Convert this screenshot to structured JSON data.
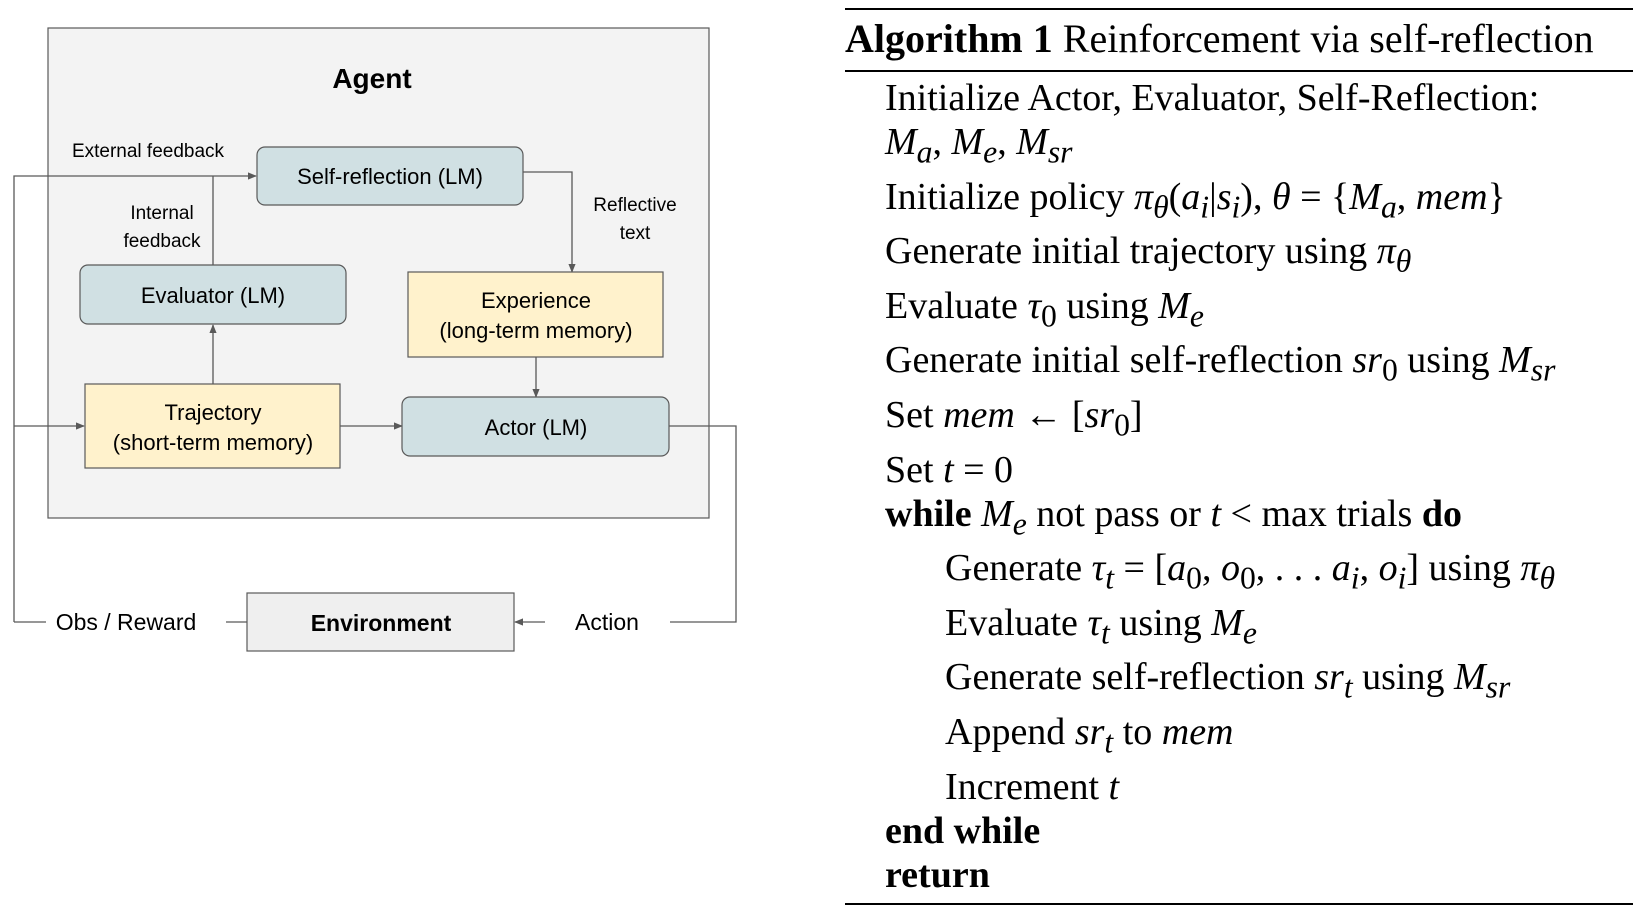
{
  "diagram": {
    "agent_title": "Agent",
    "boxes": {
      "self_reflection": "Self-reflection (LM)",
      "evaluator": "Evaluator (LM)",
      "experience_line1": "Experience",
      "experience_line2": "(long-term memory)",
      "trajectory_line1": "Trajectory",
      "trajectory_line2": "(short-term memory)",
      "actor": "Actor (LM)",
      "environment": "Environment"
    },
    "labels": {
      "external_feedback": "External feedback",
      "internal_feedback_line1": "Internal",
      "internal_feedback_line2": "feedback",
      "reflective_text_line1": "Reflective",
      "reflective_text_line2": "text",
      "obs_reward": "Obs / Reward",
      "action": "Action"
    },
    "colors": {
      "agent_bg": "#f3f3f3",
      "lm_box": "#d0e0e3",
      "memory_box": "#fff2cc",
      "environment_box": "#efefef",
      "line": "#595959"
    }
  },
  "algorithm": {
    "label": "Algorithm 1",
    "title": "Reinforcement via self-reflection",
    "keywords": {
      "while": "while",
      "do": "do",
      "end_while": "end while",
      "return": "return"
    },
    "text": {
      "init_models": "Initialize Actor, Evaluator, Self-Reflection:",
      "init_policy": "Initialize policy",
      "generate_initial_traj": "Generate initial trajectory using",
      "evaluate": "Evaluate",
      "using": "using",
      "generate_initial_sr": "Generate initial self-reflection",
      "set": "Set",
      "not_pass_or": "not pass or",
      "max_trials": "max trials",
      "generate": "Generate",
      "generate_sr": "Generate self-reflection",
      "append": "Append",
      "to": "to",
      "increment": "Increment"
    }
  }
}
